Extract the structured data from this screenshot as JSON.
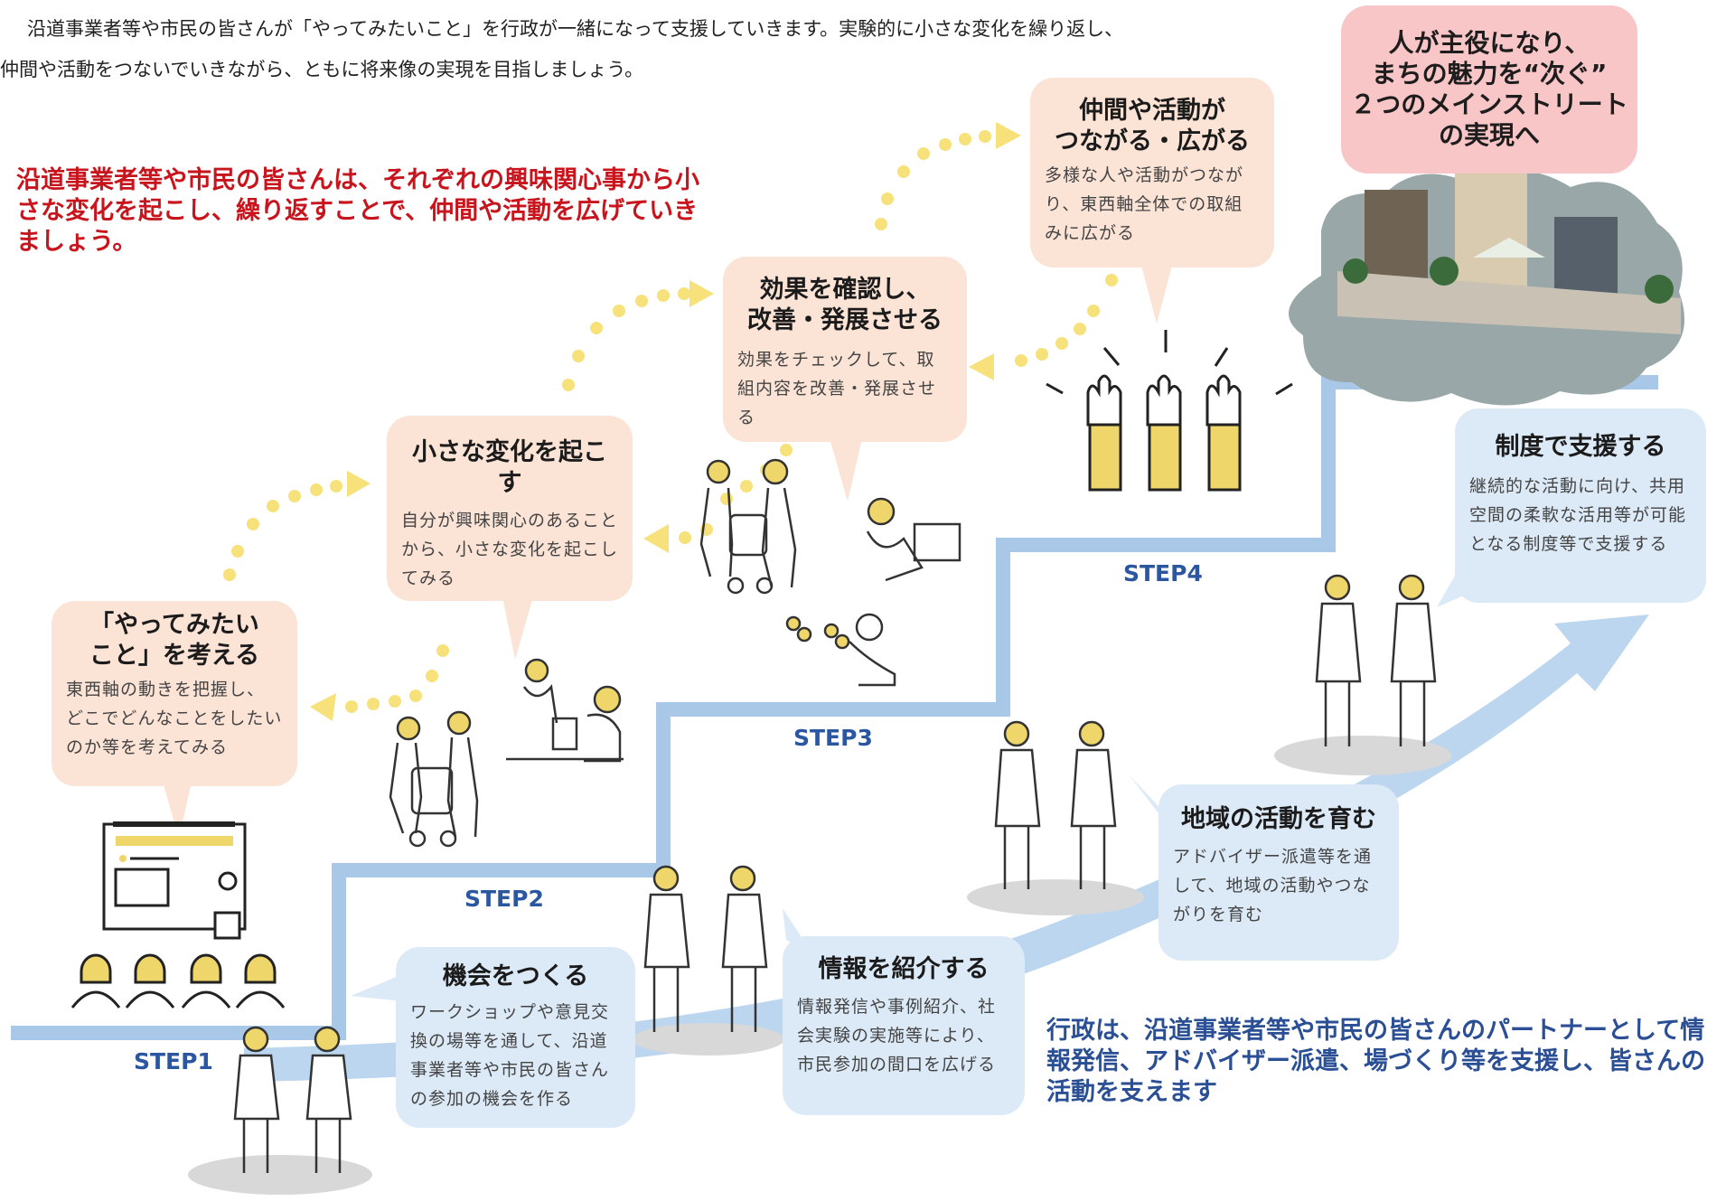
{
  "intro": {
    "line1": "沿道事業者等や市民の皆さんが「やってみたいこと」を行政が一緒になって支援していきます。実験的に小さな変化を繰り返し、",
    "line2": "仲間や活動をつないでいきながら、ともに将来像の実現を目指しましょう。"
  },
  "lead_citizens": "沿道事業者等や市民の皆さんは、それぞれの興味関心事から小さな変化を起こし、繰り返すことで、仲間や活動を広げていきましょう。",
  "lead_government": "行政は、沿道事業者等や市民の皆さんのパートナーとして情報発信、アドバイザー派遣、場づくり等を支援し、皆さんの活動を支えます",
  "goal": "人が主役になり、\nまちの魅力を“次ぐ”\n２つのメインストリート\nの実現へ",
  "citizen_steps": [
    {
      "title": "「やってみたい\nこと」を考える",
      "body": "東西軸の動きを把握し、どこでどんなことをしたいのか等を考えてみる"
    },
    {
      "title": "小さな変化を起こす",
      "body": "自分が興味関心のあることから、小さな変化を起こしてみる"
    },
    {
      "title": "効果を確認し、\n改善・発展させる",
      "body": "効果をチェックして、取組内容を改善・発展させる"
    },
    {
      "title": "仲間や活動が\nつながる・広がる",
      "body": "多様な人や活動がつながり、東西軸全体での取組みに広がる"
    }
  ],
  "government_steps": [
    {
      "title": "機会をつくる",
      "body": "ワークショップや意見交換の場等を通して、沿道事業者等や市民の皆さんの参加の機会を作る"
    },
    {
      "title": "情報を紹介する",
      "body": "情報発信や事例紹介、社会実験の実施等により、市民参加の間口を広げる"
    },
    {
      "title": "地域の活動を育む",
      "body": "アドバイザー派遣等を通して、地域の活動やつながりを育む"
    },
    {
      "title": "制度で支援する",
      "body": "継続的な活動に向け、共用空間の柔軟な活用等が可能となる制度等で支援する"
    }
  ],
  "steps": [
    "STEP1",
    "STEP2",
    "STEP3",
    "STEP4"
  ],
  "colors": {
    "red_text": "#c8141c",
    "blue_text": "#2b4f95",
    "step_text": "#2b56a0",
    "stair_line": "#a9c7e6",
    "arrow": "#bcd6ef",
    "peach_bubble": "#fbe3d6",
    "blue_bubble": "#dce9f6",
    "goal_bubble": "#f9c6c8",
    "dot_trail": "#f6e17a"
  },
  "icons": [
    "seminar-icon",
    "family-stroller-icon",
    "cafe-chat-icon",
    "market-icon",
    "raised-hands-icon",
    "handshake-icon",
    "townscape-photo"
  ]
}
